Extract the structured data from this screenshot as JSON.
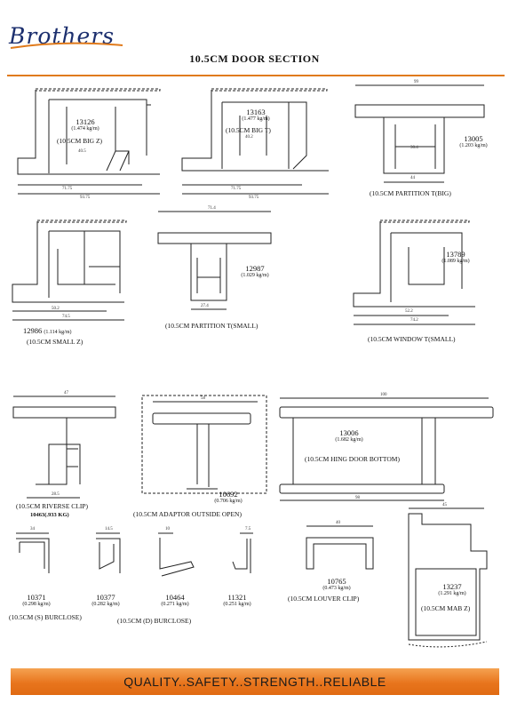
{
  "brand": "Brothers",
  "title": "10.5CM DOOR SECTION",
  "sections": [
    {
      "code": "13126",
      "weight": "(1.474 kg/m)",
      "name": "(10.5CM BIG Z)"
    },
    {
      "code": "13163",
      "weight": "(1.477 kg/m)",
      "name": "(10.5CM BIG T)"
    },
    {
      "code": "13005",
      "weight": "(1.203 kg/m)",
      "name": "(10.5CM PARTITION T(BIG)"
    },
    {
      "code": "12986",
      "weight": "(1.114 kg/m)",
      "name": "(10.5CM SMALL Z)"
    },
    {
      "code": "12987",
      "weight": "(1.029 kg/m)",
      "name": "(10.5CM PARTITION T(SMALL)"
    },
    {
      "code": "13789",
      "weight": "(1.089 kg/m)",
      "name": "(10.5CM WINDOW T(SMALL)"
    },
    {
      "code": "10463",
      "weight": "(.933 KG)",
      "name": "(10.5CM RIVERSE CLIP)"
    },
    {
      "code": "10692",
      "weight": "(0.706 kg/m)",
      "name": "(10.5CM ADAPTOR OUTSIDE OPEN)"
    },
    {
      "code": "13006",
      "weight": "(1.682 kg/m)",
      "name": "(10.5CM HING DOOR BOTTOM)"
    },
    {
      "code": "10371",
      "weight": "(0.298 kg/m)"
    },
    {
      "code": "10377",
      "weight": "(0.282 kg/m)"
    },
    {
      "code": "10464",
      "weight": "(0.271 kg/m)"
    },
    {
      "code": "11321",
      "weight": "(0.251 kg/m)"
    },
    {
      "code": "10765",
      "weight": "(0.473 kg/m)",
      "name": "(10.5CM LOUVER CLIP)"
    },
    {
      "code": "13237",
      "weight": "(1.291 kg/m)",
      "name": "(10.5CM MAB Z)"
    }
  ],
  "group_names": {
    "s_burclose": "(10.5CM (S) BURCLOSE)",
    "d_burclose": "(10.5CM (D) BURCLOSE)"
  },
  "dims": {
    "d1": "71.75",
    "d2": "93.75",
    "d3": "40.5",
    "d4": "71.75",
    "d5": "93.75",
    "d6": "40.2",
    "d7": "99",
    "d8": "44",
    "d9": "30.4",
    "d10": "50.2",
    "d11": "74.5",
    "d12": "71.4",
    "d13": "27.4",
    "d14": "74.2",
    "d15": "52.2",
    "d16": "47",
    "d17": "28.5",
    "d18": "58",
    "d19": "100",
    "d20": "98",
    "d21": "34",
    "d22": "14.5",
    "d23": "10",
    "d24": "7.5",
    "d25": "40",
    "d26": "45"
  },
  "footer": "QUALITY..SAFETY..STRENGTH..RELIABLE",
  "colors": {
    "accent": "#e07a1b",
    "brand": "#1c2f6e"
  }
}
